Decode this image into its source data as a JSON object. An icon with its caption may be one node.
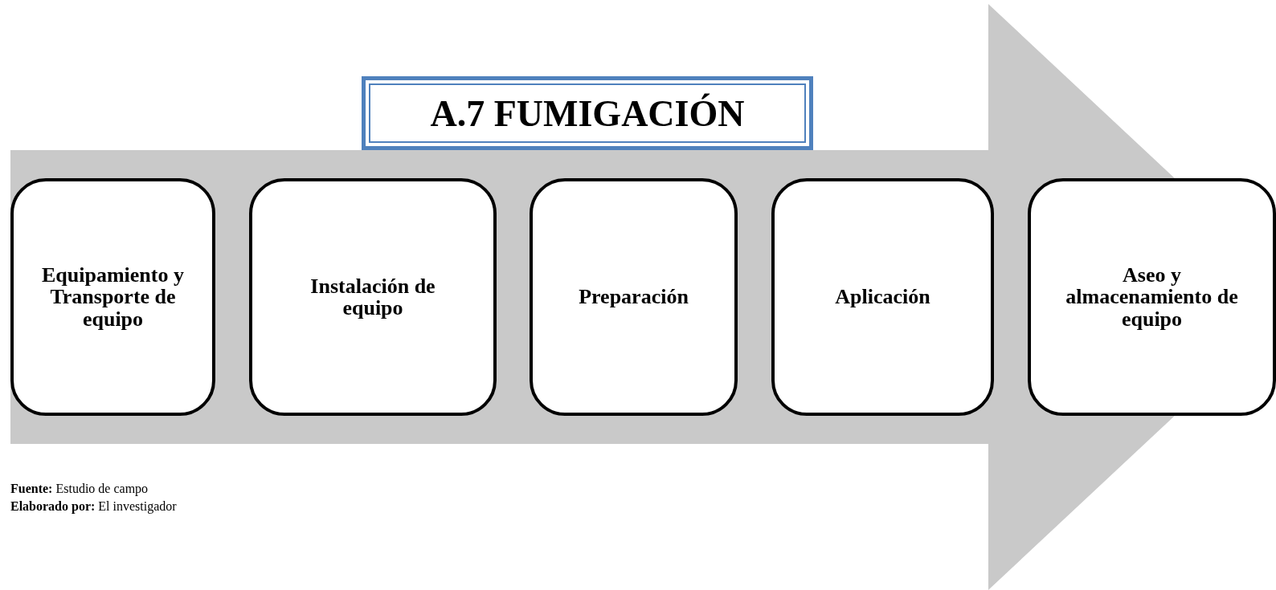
{
  "diagram": {
    "title": "A.7 FUMIGACIÓN",
    "nodes": [
      {
        "text": [
          "Equipamiento y Transporte de equipo"
        ]
      },
      {
        "text": [
          "Instalación de equipo"
        ]
      },
      {
        "text": [
          "Preparación"
        ]
      },
      {
        "text": [
          "Aplicación"
        ]
      },
      {
        "text": [
          "Aseo y almacenamiento de equipo"
        ]
      }
    ],
    "edges": [
      {
        "from": 0,
        "to": 4,
        "arrow": "to"
      }
    ],
    "labels": [
      "**Fuente:** Estudio de campo",
      "**Elaborado por:** El investigador"
    ]
  }
}
